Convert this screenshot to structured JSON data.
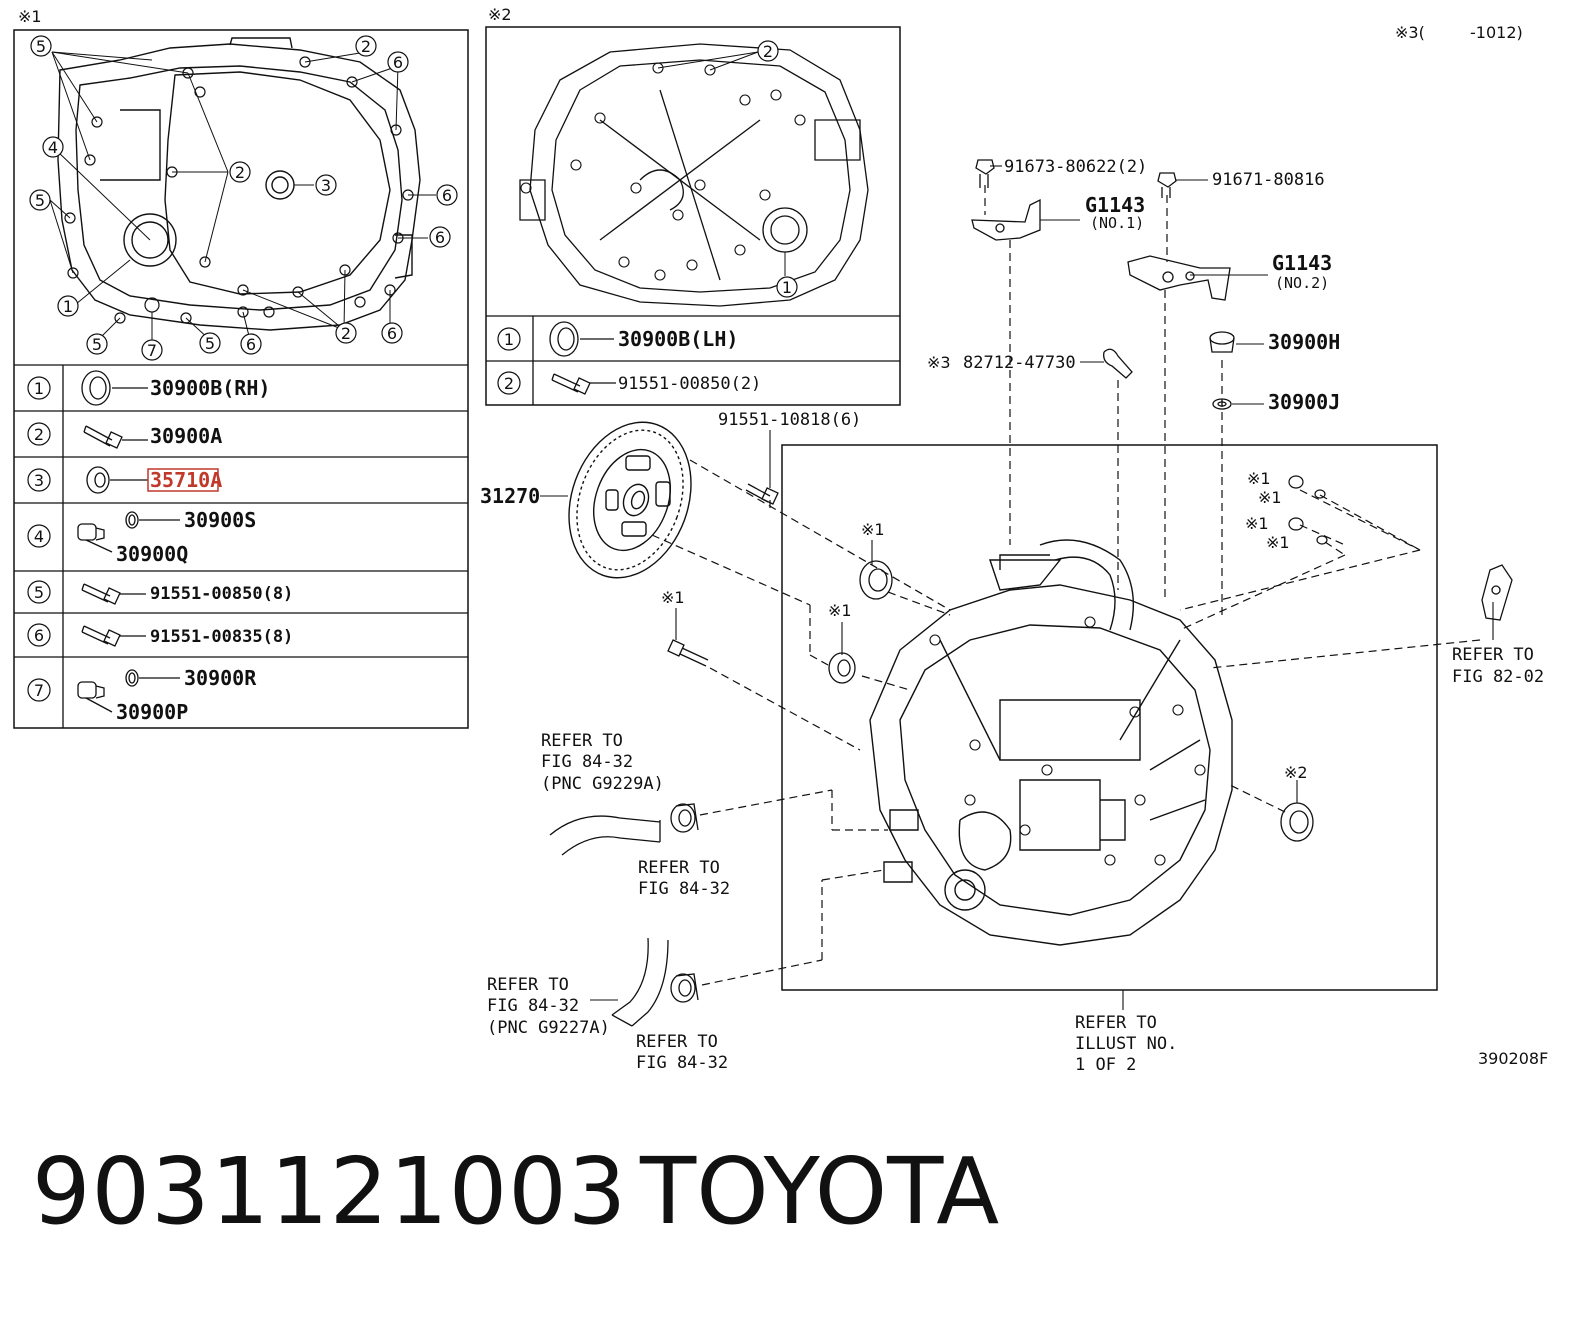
{
  "markers": {
    "m1": "※1",
    "m2": "※2",
    "m3_top": "※3(",
    "m3_top_code": "-1012)",
    "m3": "※3"
  },
  "left_table": [
    {
      "num": "1",
      "label": "30900B(RH)"
    },
    {
      "num": "2",
      "label": "30900A"
    },
    {
      "num": "3",
      "label": "35710A"
    },
    {
      "num": "4",
      "label_a": "30900S",
      "label_b": "30900Q"
    },
    {
      "num": "5",
      "label": "91551-00850(8)"
    },
    {
      "num": "6",
      "label": "91551-00835(8)"
    },
    {
      "num": "7",
      "label_a": "30900R",
      "label_b": "30900P"
    }
  ],
  "left_callouts": [
    "5",
    "2",
    "6",
    "4",
    "2",
    "3",
    "6",
    "5",
    "6",
    "1",
    "2",
    "6",
    "5",
    "7",
    "5",
    "6"
  ],
  "mid_table": [
    {
      "num": "1",
      "label": "30900B(LH)"
    },
    {
      "num": "2",
      "label": "91551-00850(2)"
    }
  ],
  "mid_callouts": [
    "2",
    "1"
  ],
  "labels": {
    "bolt_top1": "91673-80622(2)",
    "bolt_top2": "91671-80816",
    "g1143_a": "G1143",
    "g1143_a_sub": "(NO.1)",
    "g1143_b": "G1143",
    "g1143_b_sub": "(NO.2)",
    "clip": "82712-47730",
    "plug_h": "30900H",
    "gasket_j": "30900J",
    "bolt_disc": "91551-10818(6)",
    "disc": "31270",
    "refer_82": "REFER TO",
    "refer_82_fig": "FIG 82-02",
    "refer_hose1_a": "REFER TO",
    "refer_hose1_b": "FIG 84-32",
    "refer_hose1_c": "(PNC G9229A)",
    "refer_clamp1_a": "REFER TO",
    "refer_clamp1_b": "FIG 84-32",
    "refer_hose2_a": "REFER TO",
    "refer_hose2_b": "FIG 84-32",
    "refer_hose2_c": "(PNC G9227A)",
    "refer_clamp2_a": "REFER TO",
    "refer_clamp2_b": "FIG 84-32",
    "refer_illust_a": "REFER TO",
    "refer_illust_b": "ILLUST NO.",
    "refer_illust_c": "1 OF 2",
    "drawing_code": "390208F"
  },
  "footer": {
    "part_number": "9031121003",
    "brand": "TOYOTA"
  },
  "colors": {
    "highlight": "#c0392b",
    "line": "#111111"
  }
}
